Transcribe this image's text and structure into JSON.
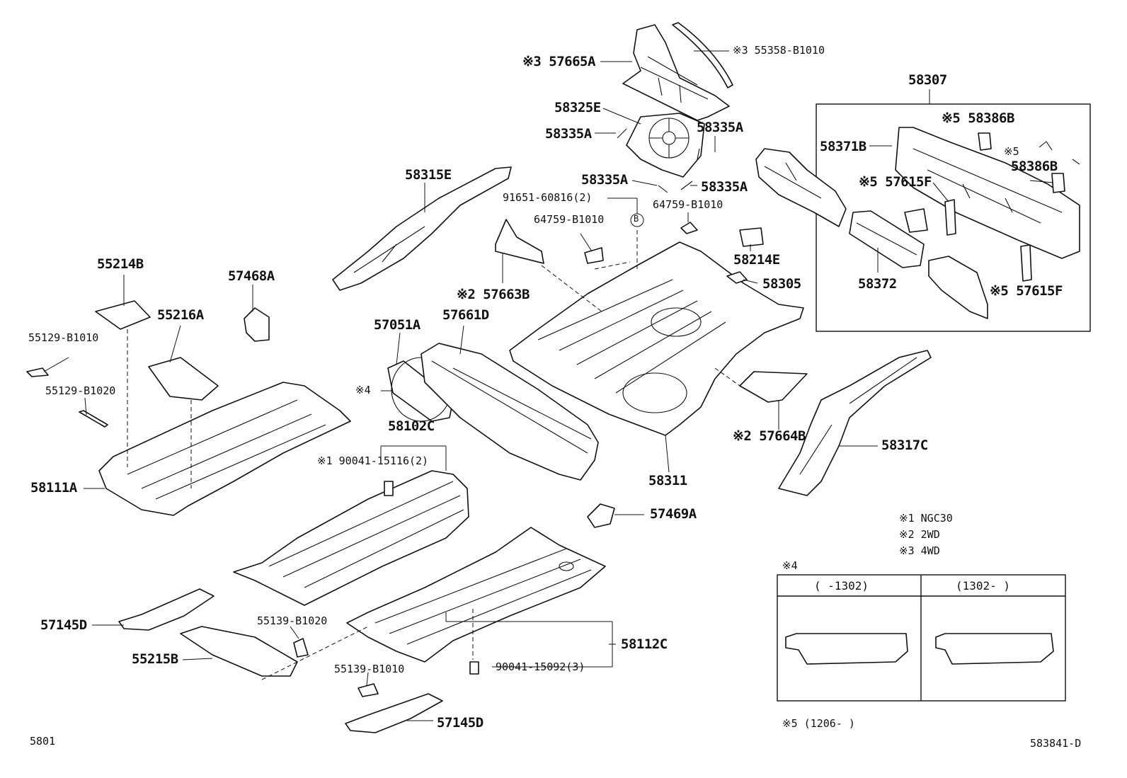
{
  "diagram": {
    "labels": {
      "l57665A": "※3 57665A",
      "l55358": "※3 55358-B1010",
      "l58307": "58307",
      "l58325E": "58325E",
      "l58335A_1": "58335A",
      "l58335A_2": "58335A",
      "l58335A_3": "58335A",
      "l58335A_4": "58335A",
      "l58386B_1": "※5 58386B",
      "l58386B_2a": "※5",
      "l58386B_2b": "58386B",
      "l58371B": "58371B",
      "l57615F_1": "※5 57615F",
      "l57615F_2": "※5 57615F",
      "l58372": "58372",
      "l58315E": "58315E",
      "l91651": "91651-60816(2)",
      "l64759_1": "64759-B1010",
      "l64759_2": "64759-B1010",
      "l58214E": "58214E",
      "l58305": "58305",
      "l57663B": "※2 57663B",
      "l55214B": "55214B",
      "l57468A": "57468A",
      "l55216A": "55216A",
      "l55129_1": "55129-B1010",
      "l55129_2": "55129-B1020",
      "l57051A": "57051A",
      "l57661D": "57661D",
      "l4mark": "※4",
      "l58102C": "58102C",
      "l90041_1": "※1 90041-15116(2)",
      "l58111A": "58111A",
      "l58311": "58311",
      "l57664B": "※2 57664B",
      "l58317C": "58317C",
      "l57469A": "57469A",
      "l57145D_1": "57145D",
      "l55215B": "55215B",
      "l55139_1": "55139-B1020",
      "l55139_2": "55139-B1010",
      "l58112C": "58112C",
      "l90041_2": "90041-15092(3)",
      "l57145D_2": "57145D",
      "lB": "B"
    },
    "notes": {
      "n1": "※1 NGC30",
      "n2": "※2 2WD",
      "n3": "※3 4WD",
      "n4": "※4",
      "n5": "※5 (1206-      )"
    },
    "table4": {
      "col1": "(      -1302)",
      "col2": "(1302-      )"
    },
    "footer": {
      "left_code": "5801",
      "right_code": "583841-D"
    }
  }
}
